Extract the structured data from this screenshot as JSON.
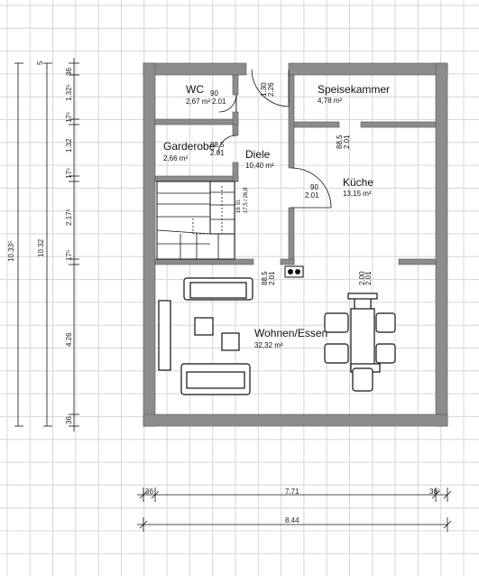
{
  "rooms": {
    "wc": {
      "name": "WC",
      "area": "2,67 m²"
    },
    "speise": {
      "name": "Speisekammer",
      "area": "4,78 m²"
    },
    "garderobe": {
      "name": "Garderobe",
      "area": "2,66 m²"
    },
    "diele": {
      "name": "Diele",
      "area": "10,40 m²"
    },
    "kueche": {
      "name": "Küche",
      "area": "13,15 m²"
    },
    "wohnen": {
      "name": "Wohnen/Essen",
      "area": "32,32 m²"
    }
  },
  "doors": {
    "wc": {
      "width": "90",
      "height": "2.01"
    },
    "entry": {
      "width": "1.30",
      "height": "2.26"
    },
    "speise": {
      "width": "88.5",
      "height": "2.01"
    },
    "garderobe": {
      "width": "88.5",
      "height": "2.01"
    },
    "kueche": {
      "width": "90",
      "height": "2.01"
    },
    "wohnen": {
      "width": "88.5",
      "height": "2.01"
    },
    "essen": {
      "width": "2.00",
      "height": "2.01"
    }
  },
  "stair": {
    "label": "16 St.",
    "ratio": "17,5 / 26,8"
  },
  "dimensions": {
    "left_outer": "10.33⁵",
    "left_inner": "10.32",
    "segments": [
      "5",
      "36",
      "1.32⁵",
      "17⁵",
      "1.32",
      "17⁵",
      "2.17⁵",
      "17⁵",
      "4.26",
      "36"
    ],
    "bottom_inner": "7.71",
    "bottom_left_wall": "36",
    "bottom_right_wall": "36⁵",
    "bottom_total": "8.44"
  },
  "colors": {
    "wall": "#8c8c8c",
    "grid": "#d6d6d6",
    "line": "#111111"
  }
}
